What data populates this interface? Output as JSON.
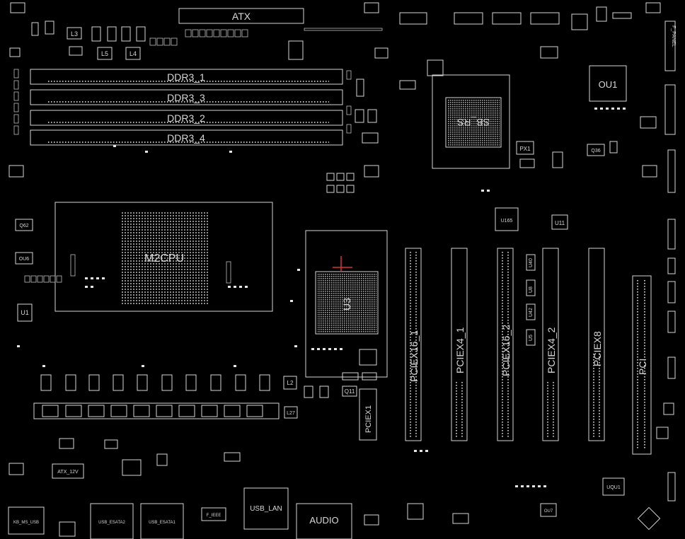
{
  "board": {
    "background": "#000000",
    "line_color": "#d6d6d6",
    "labels": {
      "atx": "ATX",
      "ddr3_1": "DDR3_1",
      "ddr3_3": "DDR3_3",
      "ddr3_2": "DDR3_2",
      "ddr3_4": "DDR3_4",
      "m2cpu": "M2CPU",
      "sb": "SB_RS",
      "ou1": "OU1",
      "u3": "U3",
      "pciex16_1": "PCIEX16_1",
      "pciex4_1": "PCIEX4_1",
      "pciex16_2": "PCIEX16_2",
      "pciex4_2": "PCIEX4_2",
      "pciex8": "PCIEX8",
      "pci": "PCI",
      "pciex1": "PCIEX1",
      "usb_lan": "USB_LAN",
      "audio": "AUDIO",
      "usb_esata2": "USB_ESATA2",
      "usb_esata1": "USB_ESATA1",
      "kb_ms_usb": "KB_MS_USB",
      "f_ieee": "F_IEEE",
      "atx_12v": "ATX_12V",
      "u1": "U1",
      "u165": "U165",
      "u11": "U11",
      "l2": "L2",
      "l3": "L3",
      "l4": "L4",
      "l5": "L5",
      "l27": "L27",
      "q62": "Q62",
      "ou6": "OU6",
      "px1": "PX1",
      "q36": "Q36",
      "ouo1": "UQU1",
      "ou7": "OU7",
      "q11": "Q11",
      "f_panel": "F_PANEL",
      "u5": "U5",
      "u8": "U8",
      "u42": "U42",
      "u40": "U40"
    }
  }
}
